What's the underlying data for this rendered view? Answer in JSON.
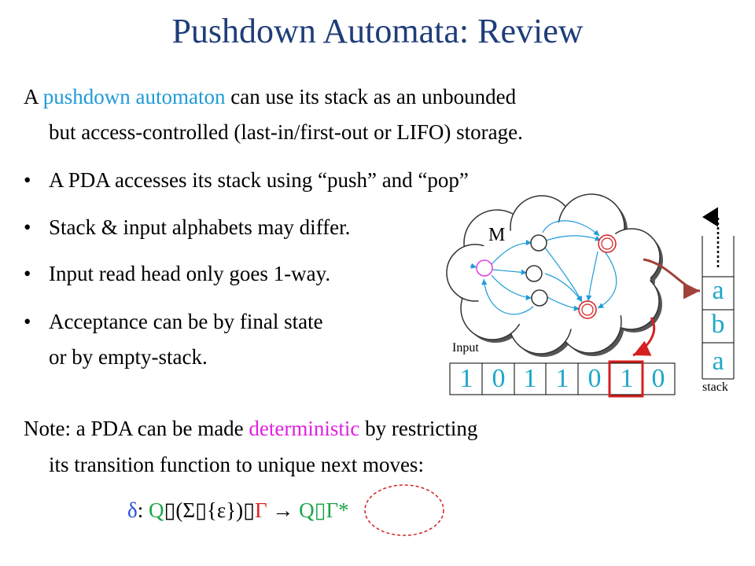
{
  "title": "Pushdown Automata: Review",
  "intro": {
    "prefix": "A",
    "term": "pushdown automaton",
    "rest1": "can use its stack as an unbounded",
    "rest2": "but access-controlled (last-in/first-out or LIFO) storage."
  },
  "bullets": [
    "A PDA accesses its stack using “push” and “pop”",
    "Stack & input alphabets may differ.",
    "Input read head only goes 1-way.",
    "Acceptance can be by final state",
    "or by empty-stack."
  ],
  "bullet_mark": "•",
  "note": {
    "prefix": "Note: a PDA can be made",
    "term": "deterministic",
    "rest1": "by restricting",
    "rest2": "its transition function to unique next moves:"
  },
  "formula": {
    "delta": "δ",
    "colon": ": ",
    "part1": "Q",
    "part2": "▯(Σ▯{ε})▯",
    "part3": "Γ",
    "arrow": " → ",
    "part4": "Q▯Γ*"
  },
  "diagram": {
    "machine_label": "M",
    "input_label": "Input",
    "input_tape": [
      "1",
      "0",
      "1",
      "1",
      "0",
      "1",
      "0"
    ],
    "stack_label": "stack",
    "stack": [
      "a",
      "b",
      "a"
    ],
    "colors": {
      "title": "#1f3d7a",
      "highlight_blue": "#1e9bd7",
      "highlight_magenta": "#e020e0",
      "tape_symbols": "#1fa7c9",
      "head_red": "#d42020",
      "pointer_brown": "#a0413a"
    }
  }
}
